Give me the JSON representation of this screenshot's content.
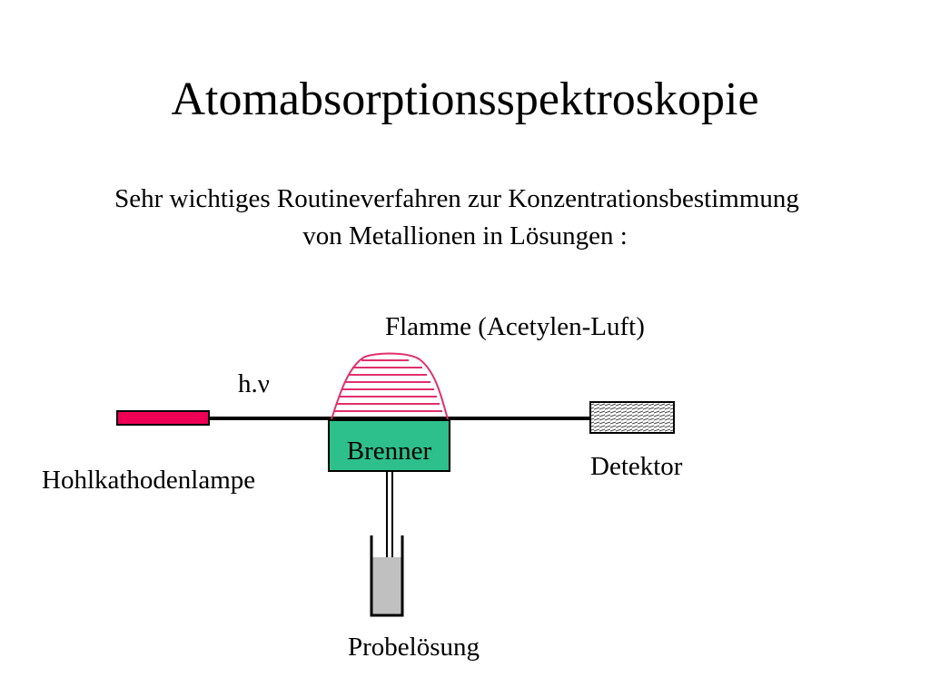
{
  "title": "Atomabsorptionsspektroskopie",
  "subtitle": {
    "line1": "Sehr wichtiges Routineverfahren zur Konzentrationsbestimmung",
    "line2": "von Metallionen in Lösungen :"
  },
  "labels": {
    "flame": "Flamme (Acetylen-Luft)",
    "photon": "h.ν",
    "lamp": "Hohlkathodenlampe",
    "burner": "Brenner",
    "detector": "Detektor",
    "sample": "Probelösung"
  },
  "colors": {
    "lamp": "#ee0055",
    "flame": "#e0306a",
    "burner": "#2ec08c",
    "sample_liquid": "#c0c0c0",
    "beam": "#000000"
  }
}
